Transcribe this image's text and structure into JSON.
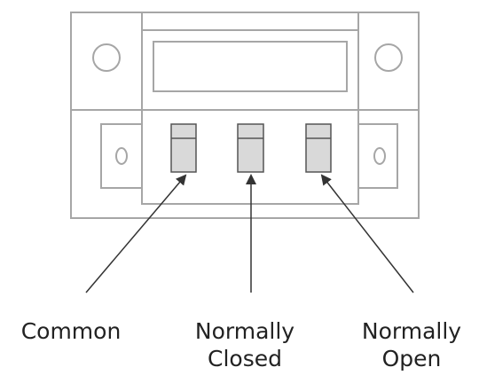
{
  "labels": {
    "common": "Common",
    "normally_closed": {
      "line1": "Normally",
      "line2": "Closed"
    },
    "normally_open": {
      "line1": "Normally",
      "line2": "Open"
    }
  },
  "colors": {
    "outline": "#a6a6a6",
    "terminal_fill": "#d9d9d9",
    "terminal_stroke": "#555555",
    "arrow": "#333333",
    "text": "#222222"
  }
}
